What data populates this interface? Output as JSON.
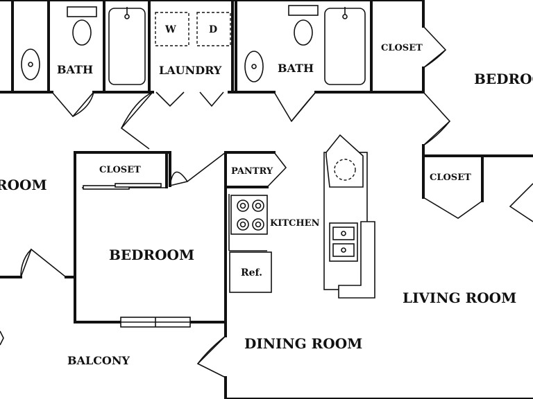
{
  "rooms": {
    "bath_left": "BATH",
    "laundry": "LAUNDRY",
    "bath_right": "BATH",
    "closet_top_right": "CLOSET",
    "bedroom_right": "BEDROO",
    "room_left": "ROOM",
    "closet_bedroom": "CLOSET",
    "pantry": "PANTRY",
    "closet_mid_right": "CLOSET",
    "kitchen": "KITCHEN",
    "bedroom": "BEDROOM",
    "fridge": "Ref.",
    "living_room": "LIVING ROOM",
    "dining_room": "DINING ROOM",
    "balcony": "BALCONY"
  },
  "appliances": {
    "washer": "W",
    "dryer": "D"
  }
}
